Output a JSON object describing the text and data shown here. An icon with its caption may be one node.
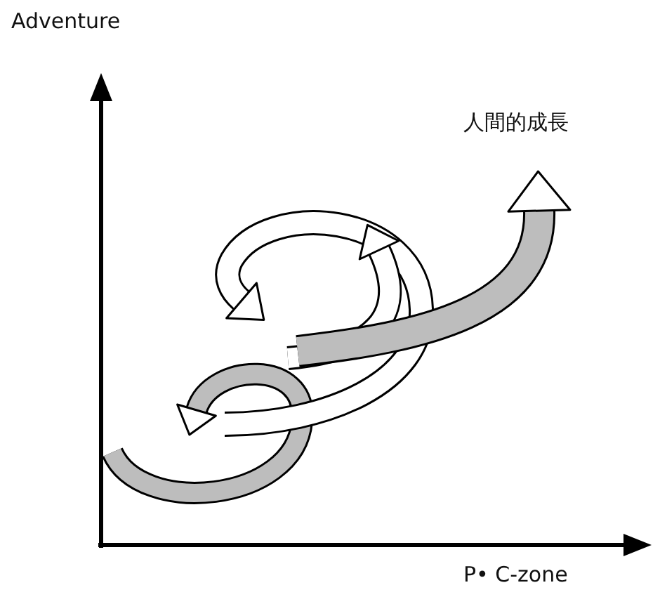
{
  "diagram": {
    "labels": [
      "Adventure",
      "人間的成長",
      "P• C-zone"
    ]
  }
}
